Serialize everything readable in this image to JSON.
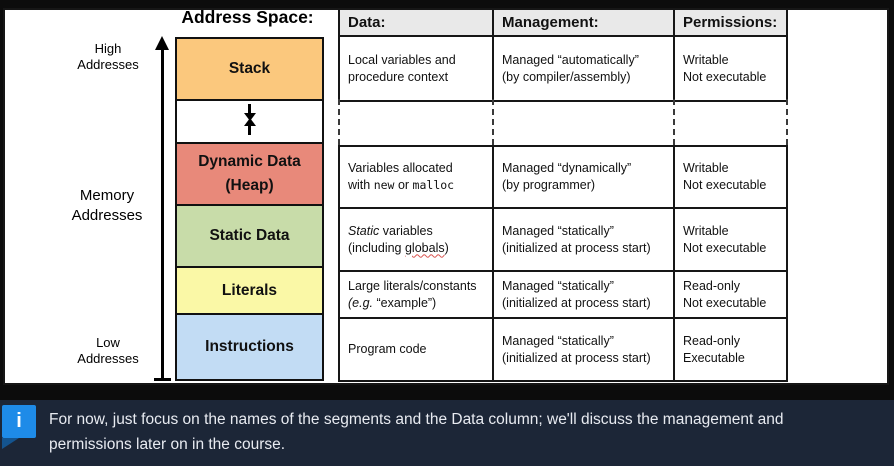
{
  "slide": {
    "title": "Address Space:",
    "axis_labels": {
      "high": "High\nAddresses",
      "memory": "Memory\nAddresses",
      "low": "Low\nAddresses"
    },
    "segments": [
      {
        "label": "Stack",
        "color": "#FBC87D"
      },
      {
        "label": "",
        "color": "#FFFFFF"
      },
      {
        "label": "Dynamic Data\n(Heap)",
        "color": "#E8897A"
      },
      {
        "label": "Static Data",
        "color": "#C8DCA9"
      },
      {
        "label": "Literals",
        "color": "#FAF8A6"
      },
      {
        "label": "Instructions",
        "color": "#C2DCF4"
      }
    ]
  },
  "table": {
    "headers": [
      "Data:",
      "Management:",
      "Permissions:"
    ],
    "header_bg": "#E9E9E9",
    "rows": [
      {
        "data": [
          "Local variables and",
          "procedure context"
        ],
        "management": [
          "Managed “automatically”",
          "(by compiler/assembly)"
        ],
        "permissions": [
          "Writable",
          "Not executable"
        ]
      },
      {
        "data_parts": {
          "l1": "Variables allocated",
          "pre": "with ",
          "code1": "new",
          "mid": " or ",
          "code2": "malloc"
        },
        "management": [
          "Managed “dynamically”",
          "(by programmer)"
        ],
        "permissions": [
          "Writable",
          "Not executable"
        ]
      },
      {
        "data_parts": {
          "italic": "Static",
          "rest": " variables",
          "l2pre": "(including ",
          "underlined": "globals",
          "l2post": ")"
        },
        "management": [
          "Managed “statically”",
          "(initialized at process start)"
        ],
        "permissions": [
          "Writable",
          "Not executable"
        ]
      },
      {
        "data_parts": {
          "l1": "Large literals/constants",
          "italic": "(e.g.",
          "rest": " “example”)"
        },
        "management": [
          "Managed “statically”",
          "(initialized at process start)"
        ],
        "permissions": [
          "Read-only",
          "Not executable"
        ]
      },
      {
        "data": [
          "Program code"
        ],
        "management": [
          "Managed “statically”",
          "(initialized at process start)"
        ],
        "permissions": [
          "Read-only",
          "Executable"
        ]
      }
    ]
  },
  "note": {
    "icon_glyph": "i",
    "icon_color": "#1E8BE8",
    "bar_color": "#1C2637",
    "line1": "For now, just focus on the names of the segments and the Data column; we'll discuss the management and",
    "line2": "permissions later on in the course."
  }
}
